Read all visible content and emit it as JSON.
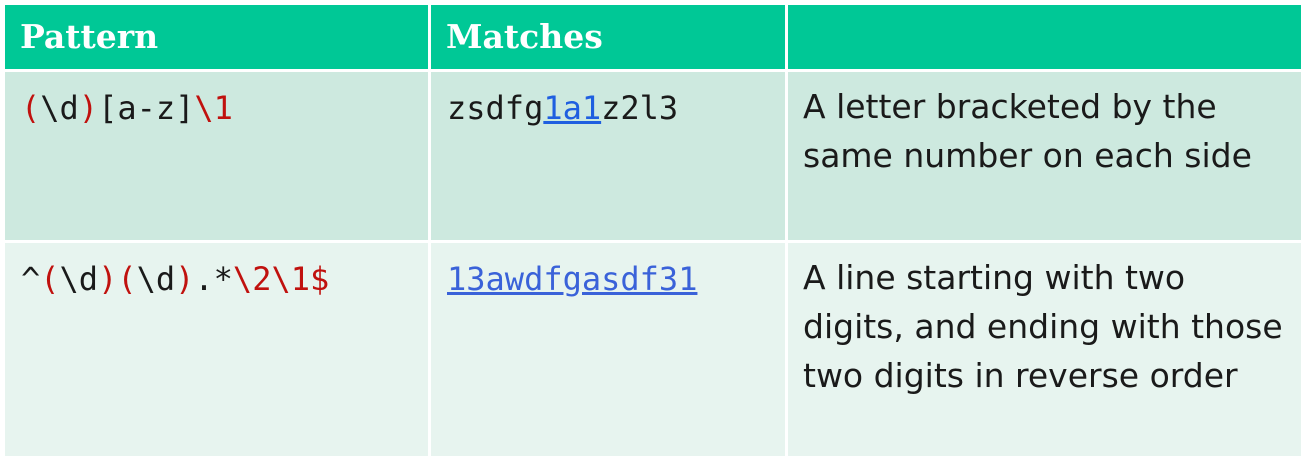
{
  "header": {
    "col1": "Pattern",
    "col2": "Matches",
    "col3": ""
  },
  "rows": [
    {
      "pattern": {
        "p1": "(",
        "p2": "\\d",
        "p3": ")",
        "p4": "[a-z]",
        "p5": "\\1"
      },
      "match": {
        "before": "zsdfg",
        "highlight": "1a1",
        "after": "z2l3"
      },
      "description": "A letter bracketed by the same number on each side"
    },
    {
      "pattern": {
        "p1": "^",
        "p2": "(",
        "p3": "\\d",
        "p4": ")",
        "p5": "(",
        "p6": "\\d",
        "p7": ")",
        "p8": ".*",
        "p9": "\\2\\1$"
      },
      "match": {
        "highlight": "13awdfgasdf31"
      },
      "description": "A line starting with two digits, and ending with those two digits in reverse order"
    }
  ],
  "colors": {
    "header_bg": "#00c896",
    "row1_bg": "#cde9df",
    "row2_bg": "#e7f4ef",
    "regex_group": "#c0110e",
    "match_link": "#1f5fe0"
  }
}
